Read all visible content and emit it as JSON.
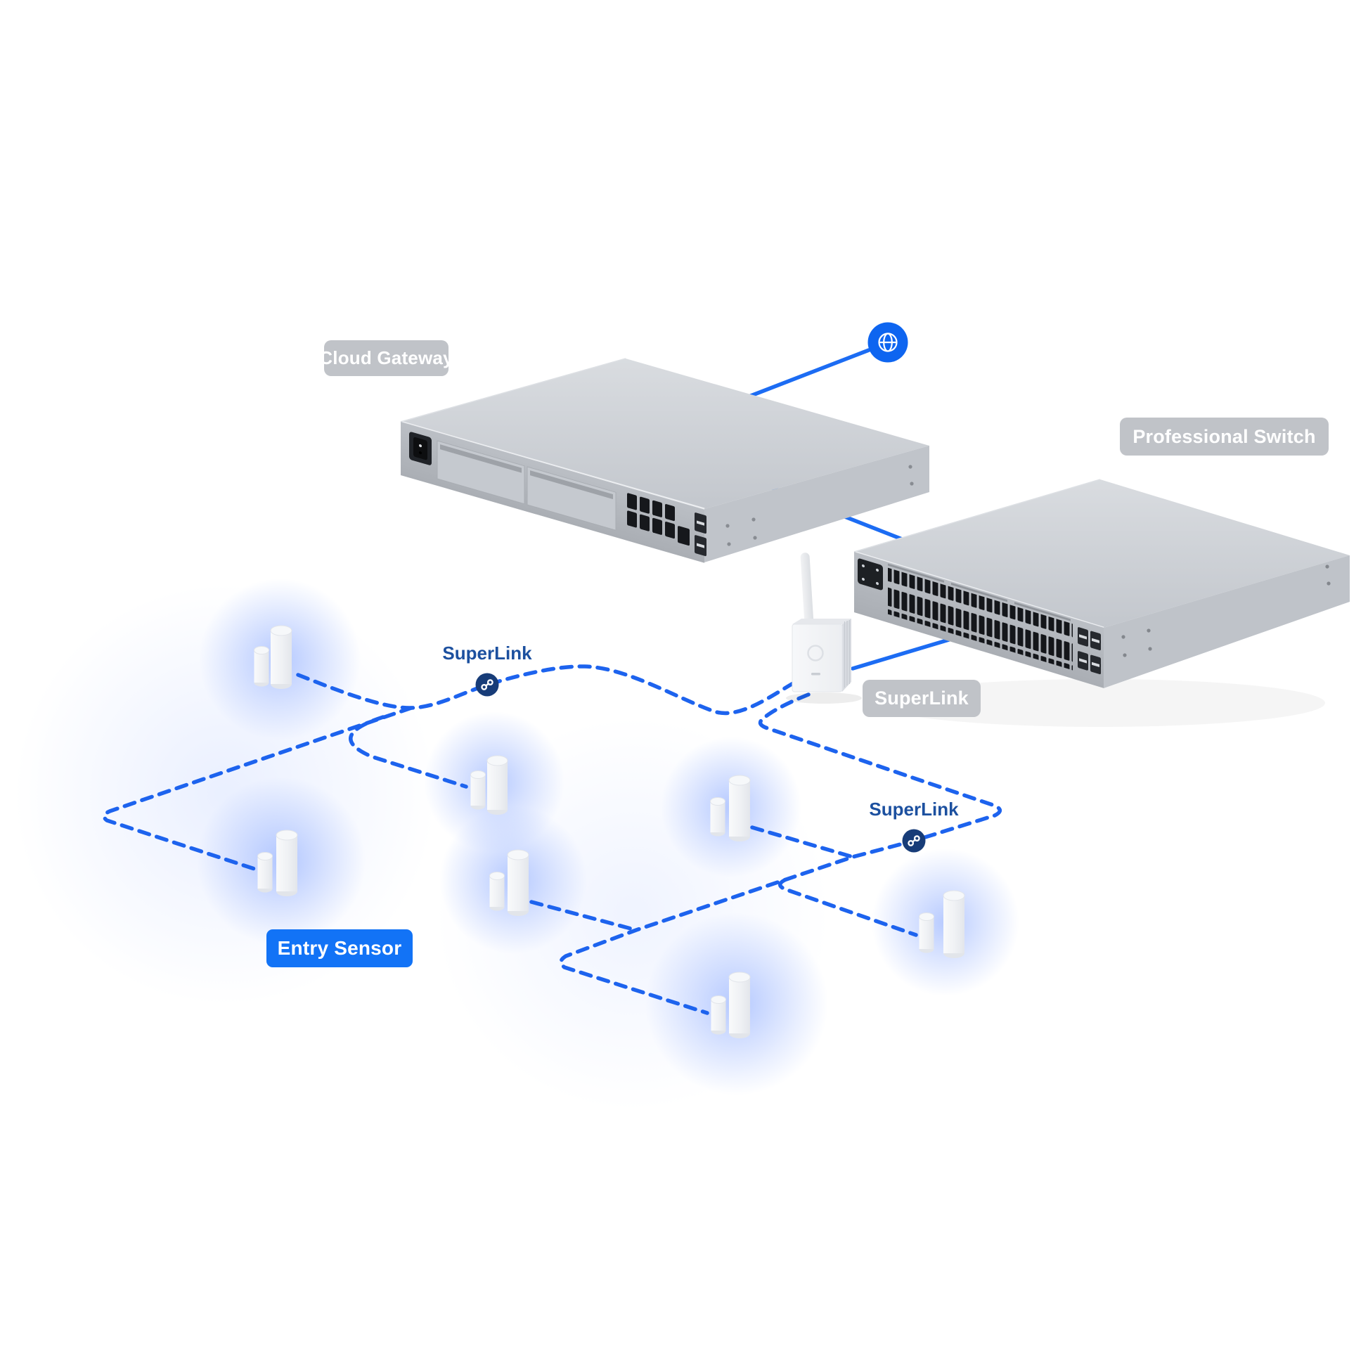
{
  "labels": {
    "cloud_gateway": "Cloud Gateway",
    "professional_switch": "Professional Switch",
    "superlink_hub": "SuperLink",
    "superlink_link_left": "SuperLink",
    "superlink_link_right": "SuperLink",
    "entry_sensor": "Entry Sensor"
  },
  "icons": {
    "internet": "globe-icon",
    "superlink_left": "superlink-chain-icon",
    "superlink_right": "superlink-chain-icon"
  },
  "sensors": {
    "count": 7
  },
  "connections": {
    "solid": [
      "gateway-internet",
      "gateway-switch",
      "hub-switch"
    ],
    "dashed_mesh": "entry-sensors-superlink-mesh"
  },
  "colors": {
    "accent_blue": "#1d63ee",
    "solid_link_blue": "#1c6cf3",
    "badge_gray": "#c0c3c8",
    "badge_blue": "#1273f6",
    "superlink_text": "#1c509f",
    "superlink_icon_bg": "#173c78",
    "globe_bg": "#0e65f0",
    "device_gray": "#c7cbd1",
    "sensor_glow": "#7da0ff"
  }
}
